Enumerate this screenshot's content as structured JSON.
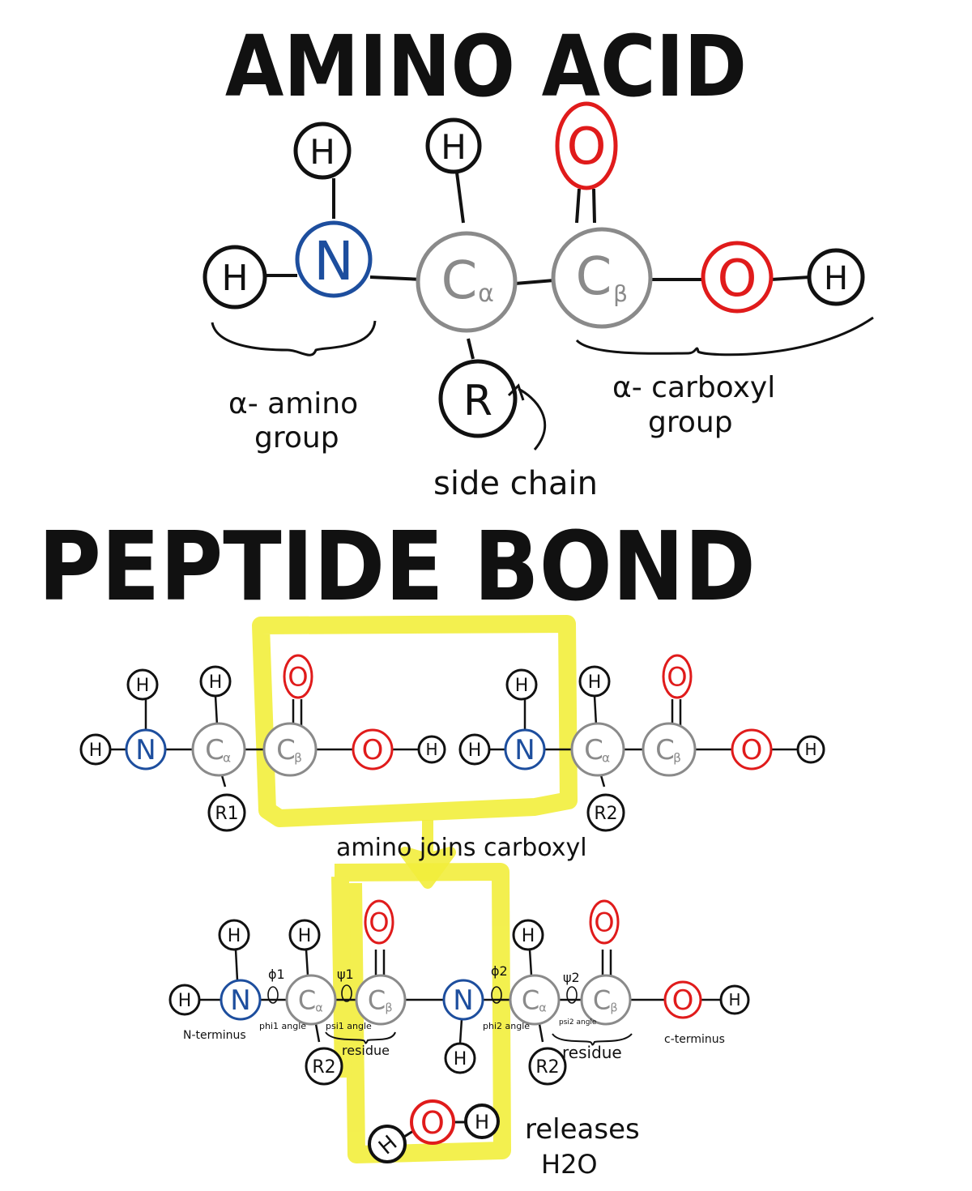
{
  "colors": {
    "ink": "#111111",
    "nitrogen": "#1d4e9e",
    "oxygen": "#e01b1b",
    "carbon": "#8a8a8a",
    "highlight": "#f2ee3c"
  },
  "amino_acid": {
    "title": "AMINO ACID",
    "atoms": {
      "h": "H",
      "n": "N",
      "c": "C",
      "alpha": "α",
      "beta": "β",
      "o": "O",
      "r": "R"
    },
    "labels": {
      "amino_line1": "α- amino",
      "amino_line2": "group",
      "carboxyl_line1": "α- carboxyl",
      "carboxyl_line2": "group",
      "side_chain": "side chain"
    }
  },
  "peptide_bond": {
    "title": "PEPTIDE BOND",
    "r1_sub": "1",
    "r2_sub": "2",
    "amino_joins_carboxyl": "amino joins carboxyl",
    "n_terminus": "N-terminus",
    "c_terminus": "c-terminus",
    "phi1": "ϕ1",
    "phi2": "ϕ2",
    "psi1": "ψ1",
    "psi2": "ψ2",
    "phi1_angle": "phi1 angle",
    "phi2_angle": "phi2 angle",
    "psi1_angle": "psi1 angle",
    "psi2_angle": "psi2 angle",
    "residue": "residue",
    "releases_line1": "releases",
    "releases_line2": "H2O"
  }
}
